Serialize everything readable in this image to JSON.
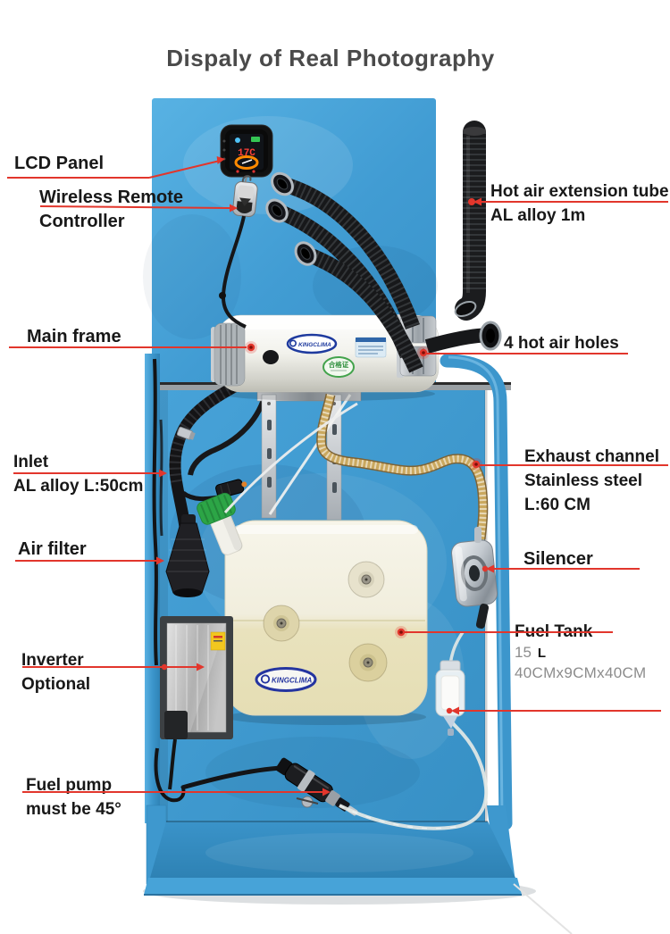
{
  "title": "Dispaly of Real Photography",
  "colors": {
    "accent_red": "#e2362c",
    "board_blue": "#3f9bd4",
    "title_gray": "#4a4a4a",
    "label_black": "#1a1a1a"
  },
  "annotations": {
    "lcd_panel": {
      "label": "LCD Panel"
    },
    "wireless_remote": {
      "line1": "Wireless Remote",
      "line2": "Controller"
    },
    "hot_air_tube": {
      "line1": "Hot air extension tube",
      "line2": "AL alloy 1m"
    },
    "main_frame": {
      "label": "Main frame"
    },
    "hot_air_holes": {
      "label": "4 hot air holes"
    },
    "inlet": {
      "line1": "Inlet",
      "line2": "AL alloy L:50cm"
    },
    "exhaust_channel": {
      "line1": "Exhaust channel",
      "line2": "Stainless steel",
      "line3": "L:60 CM"
    },
    "air_filter": {
      "label": "Air filter"
    },
    "silencer": {
      "label": "Silencer"
    },
    "inverter": {
      "line1": "Inverter",
      "line2": "Optional"
    },
    "fuel_tank": {
      "label": "Fuel Tank",
      "capacity_value": "15",
      "capacity_unit": "L",
      "dimensions": "40CMx9CMx40CM"
    },
    "fuel_pump": {
      "line1": "Fuel pump",
      "line2": "must be 45°"
    }
  },
  "photo": {
    "heater_brand": "KINGCLIMA",
    "heater_cert_label": "合格证",
    "tank_brand": "KINGCLIMA",
    "lcd_reading": "17C"
  }
}
